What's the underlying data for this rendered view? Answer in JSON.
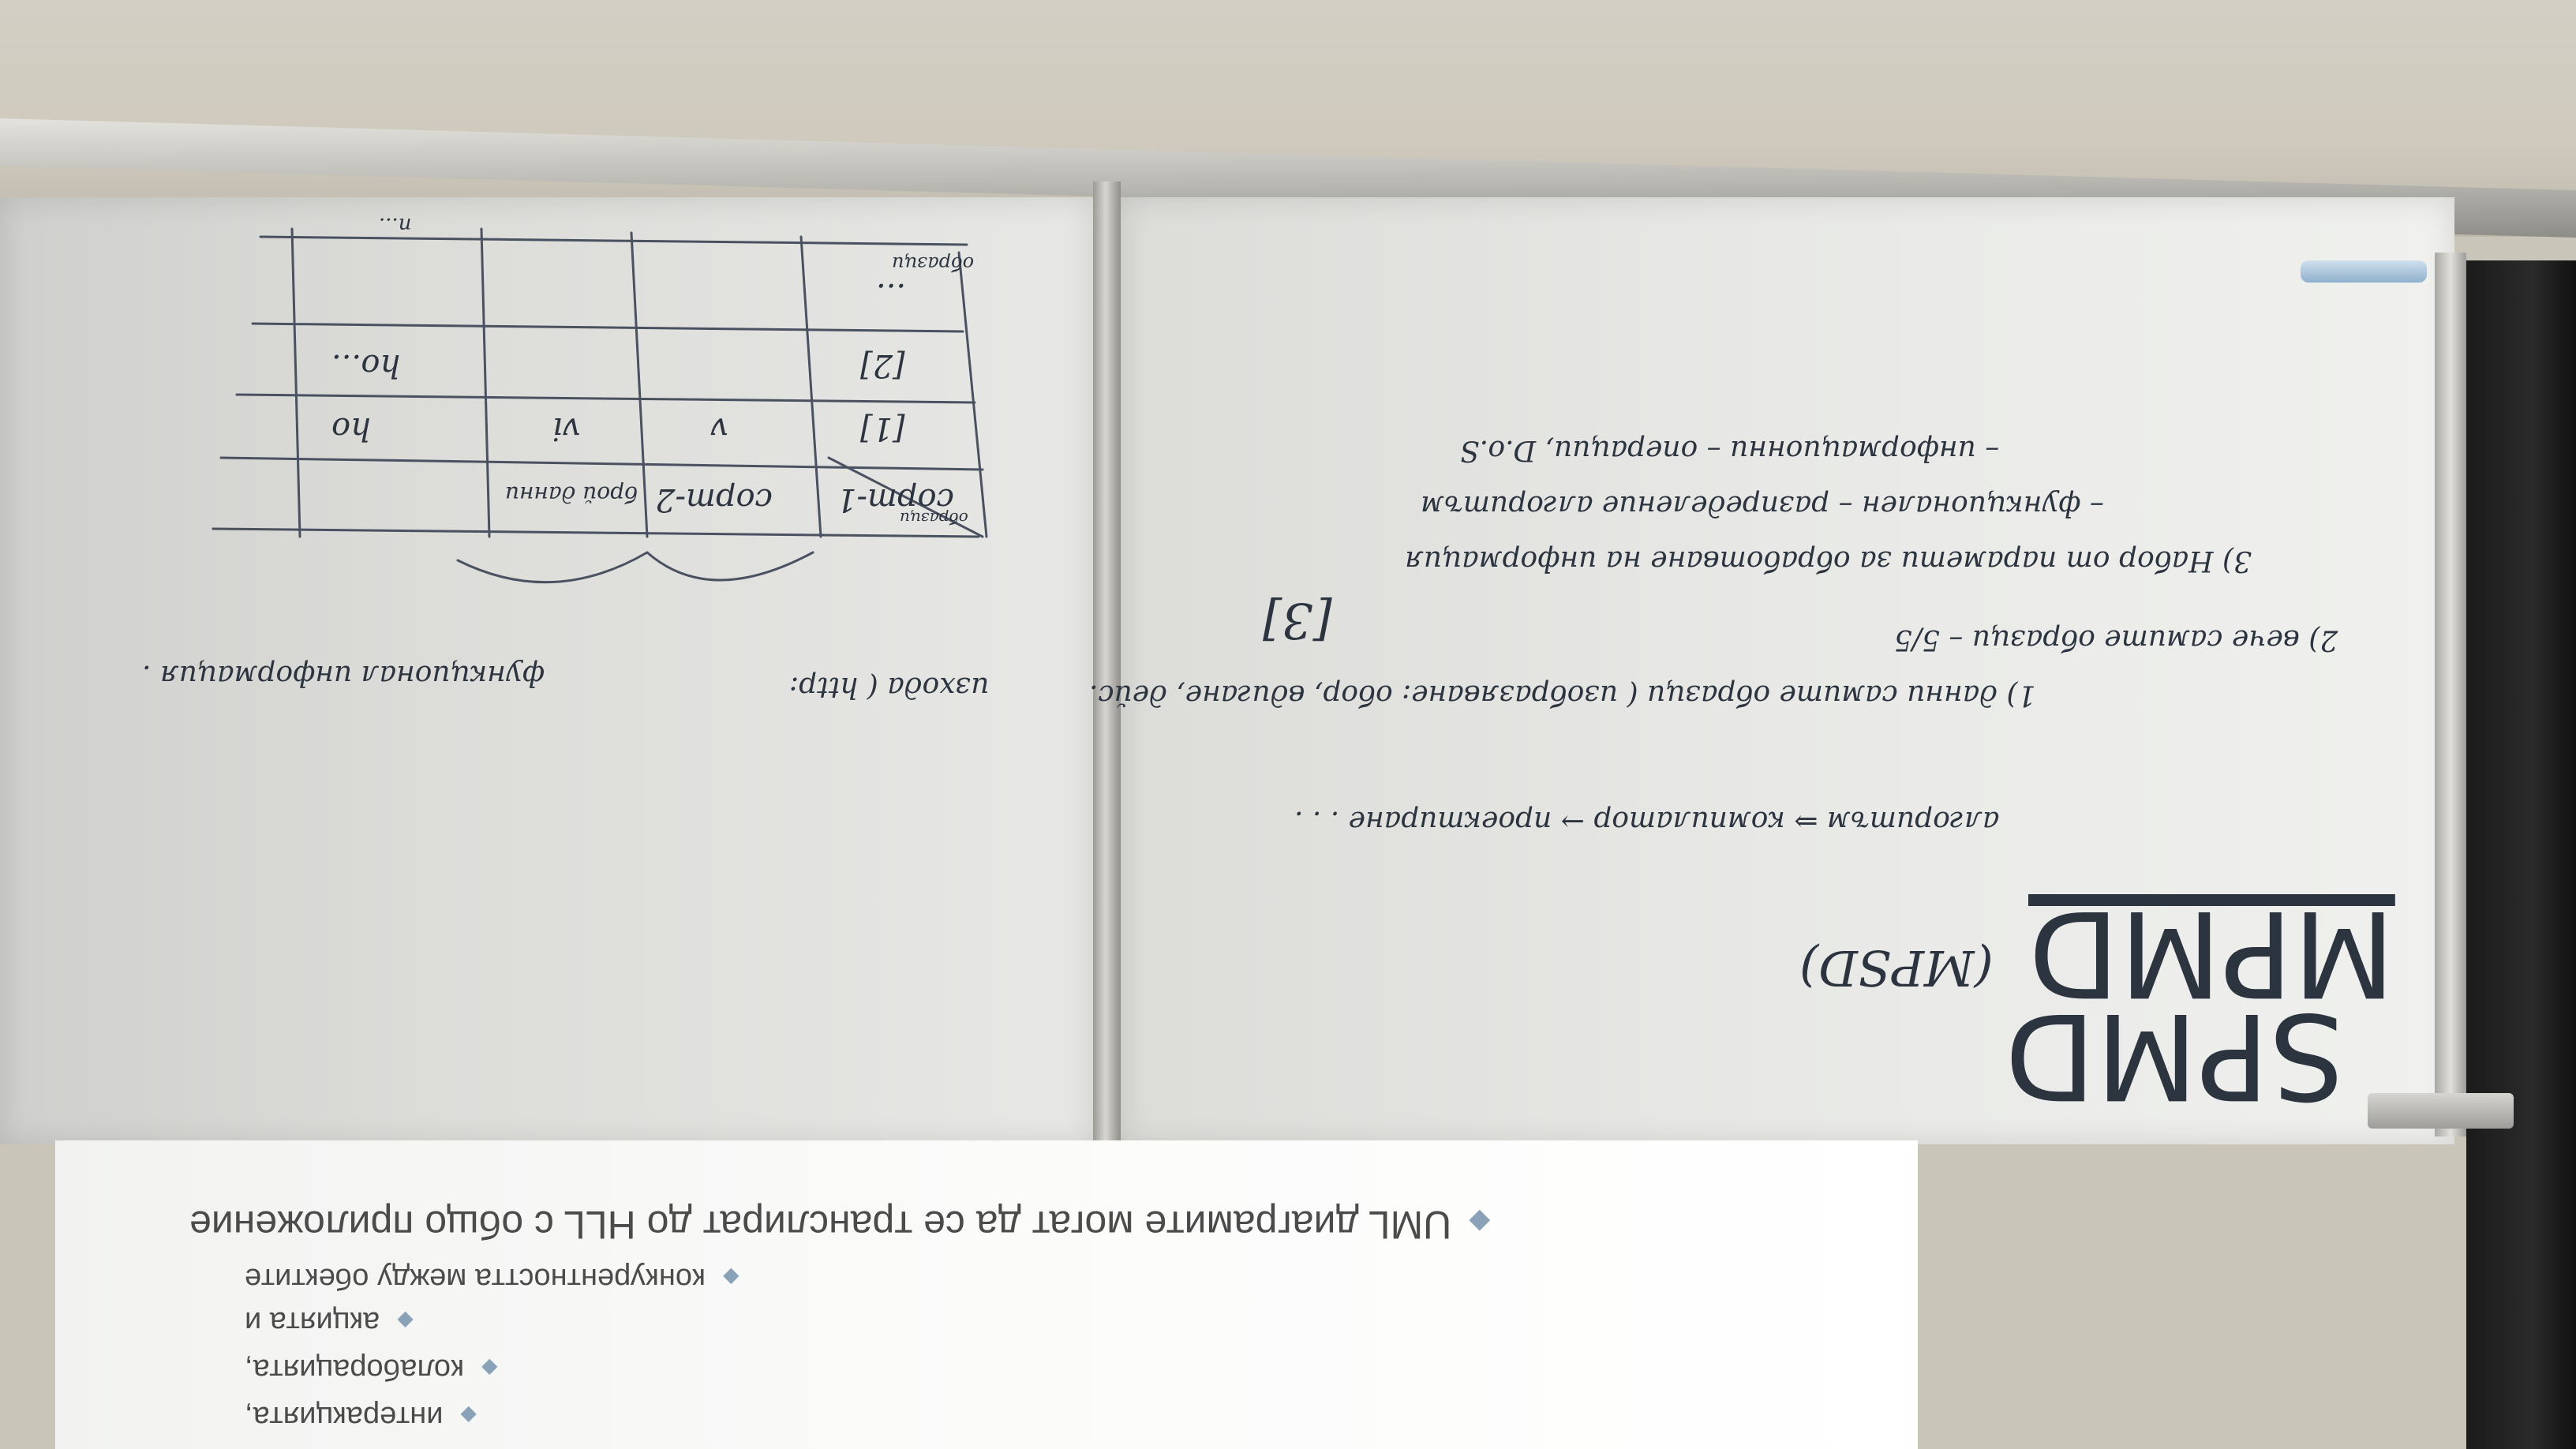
{
  "board": {
    "title_1": "SPMD",
    "title_2": "MPMD",
    "title_2_paren": "(MPSD)",
    "flow_line": "алгоритъм ⇒ компилатор → проектиране . . .",
    "item_1": "1) данни самите образци  ( изобразяване:  обор, вдигане, дейс.",
    "item_1_cont": "функционал  информация .",
    "item_1_paren": "изхода ( http:",
    "item_2": "2) вече самите образци  –  5/5",
    "item_3_box": "[3]",
    "item_3": "3) Набор от парамети за обработване на информация",
    "dash_1": "–  функционален  –  разпределение алгоритъм",
    "dash_2": "–  информационни  –  операции, D.o.S",
    "table": {
      "header_row": [
        "сорт-1",
        "сорт-2",
        "брой данни"
      ],
      "row_1": [
        "[1]",
        "v",
        "vi",
        "ho"
      ],
      "row_2": [
        "[2]",
        "",
        "",
        "ho..."
      ],
      "row_3": [
        "...",
        "",
        "",
        ""
      ],
      "corner": "образци",
      "side_label": "образци",
      "top_note": "n..."
    }
  },
  "projection": {
    "lines": [
      "UML диаграмите могат да се транслират до HLL с общо приложение",
      "конкурентността между обектите",
      "акцията и",
      "колаборацията,",
      "интеракцията,"
    ]
  }
}
